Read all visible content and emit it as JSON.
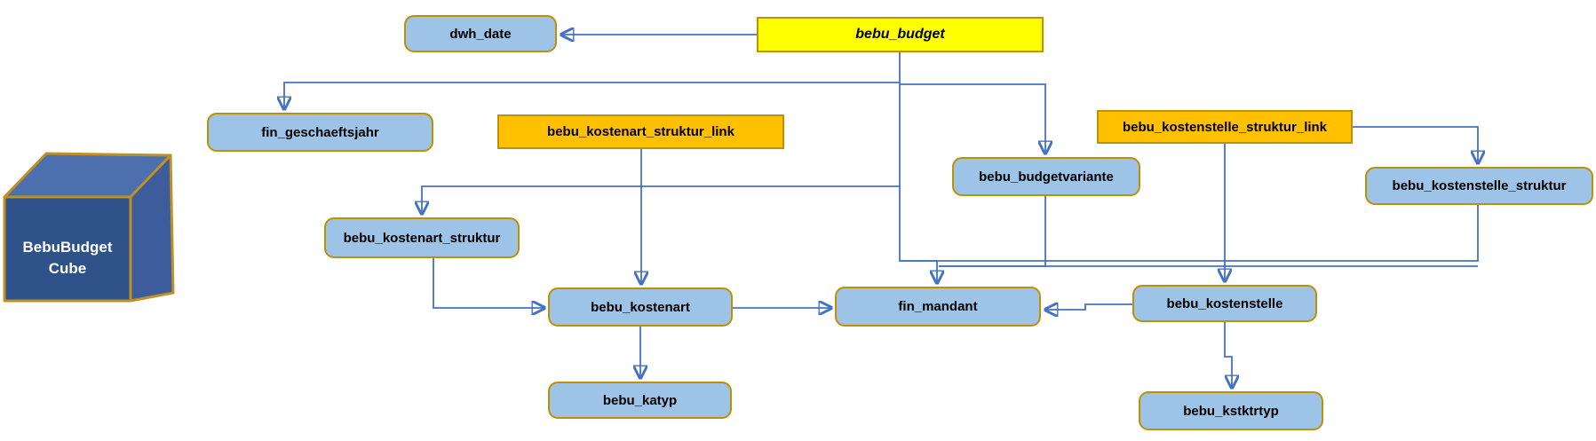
{
  "colors": {
    "edge": "#4472C4",
    "dim_fill": "#9DC3E6",
    "box_border": "#BF9000",
    "fact_fill": "#FFFF00",
    "link_fill": "#FFC000",
    "cube_front": "#2E5289",
    "cube_top": "#4B70AD",
    "cube_side": "#3D5C9C",
    "cube_edge": "#C09122",
    "cube_text": "#FFFFFF",
    "label_color": "#000000"
  },
  "cube": {
    "line1": "BebuBudget",
    "line2": "Cube",
    "kind": "cube"
  },
  "nodes": {
    "dwh_date": {
      "label": "dwh_date",
      "kind": "dimension"
    },
    "bebu_budget": {
      "label": "bebu_budget",
      "kind": "fact"
    },
    "fin_geschaeftsjahr": {
      "label": "fin_geschaeftsjahr",
      "kind": "dimension"
    },
    "bebu_kostenart_struktur_link": {
      "label": "bebu_kostenart_struktur_link",
      "kind": "link"
    },
    "bebu_kostenstelle_struktur_link": {
      "label": "bebu_kostenstelle_struktur_link",
      "kind": "link"
    },
    "bebu_budgetvariante": {
      "label": "bebu_budgetvariante",
      "kind": "dimension"
    },
    "bebu_kostenart_struktur": {
      "label": "bebu_kostenart_struktur",
      "kind": "dimension"
    },
    "bebu_kostenstelle_struktur": {
      "label": "bebu_kostenstelle_struktur",
      "kind": "dimension"
    },
    "bebu_kostenart": {
      "label": "bebu_kostenart",
      "kind": "dimension"
    },
    "fin_mandant": {
      "label": "fin_mandant",
      "kind": "dimension"
    },
    "bebu_kostenstelle": {
      "label": "bebu_kostenstelle",
      "kind": "dimension"
    },
    "bebu_katyp": {
      "label": "bebu_katyp",
      "kind": "dimension"
    },
    "bebu_kstktrtyp": {
      "label": "bebu_kstktrtyp",
      "kind": "dimension"
    }
  },
  "edges": [
    {
      "from": "bebu_budget",
      "to": "dwh_date"
    },
    {
      "from": "bebu_budget",
      "to": "fin_geschaeftsjahr"
    },
    {
      "from": "bebu_budget",
      "to": "bebu_budgetvariante"
    },
    {
      "from": "bebu_budget",
      "to": "bebu_kostenart_struktur"
    },
    {
      "from": "bebu_budget",
      "to": "fin_mandant"
    },
    {
      "from": "bebu_budgetvariante",
      "to": "fin_mandant"
    },
    {
      "from": "bebu_kostenstelle_struktur",
      "to": "fin_mandant"
    },
    {
      "from": "bebu_kostenart_struktur_link",
      "to": "bebu_kostenart"
    },
    {
      "from": "bebu_kostenart_struktur",
      "to": "bebu_kostenart"
    },
    {
      "from": "bebu_kostenart",
      "to": "fin_mandant"
    },
    {
      "from": "bebu_kostenart",
      "to": "bebu_katyp"
    },
    {
      "from": "bebu_kostenstelle",
      "to": "fin_mandant"
    },
    {
      "from": "bebu_kostenstelle_struktur_link",
      "to": "bebu_kostenstelle"
    },
    {
      "from": "bebu_kostenstelle_struktur_link",
      "to": "bebu_kostenstelle_struktur"
    },
    {
      "from": "bebu_kostenstelle",
      "to": "bebu_kstktrtyp"
    }
  ]
}
